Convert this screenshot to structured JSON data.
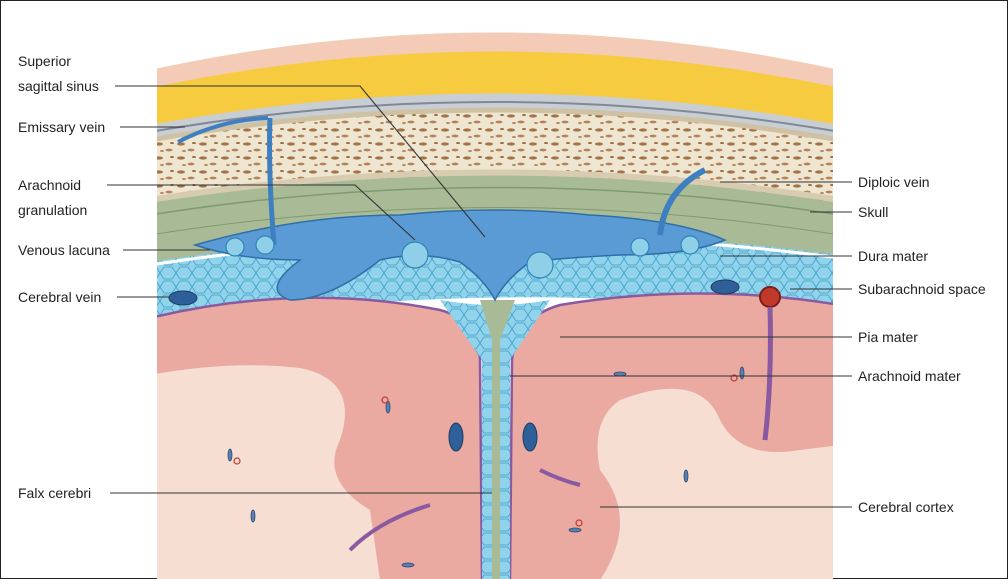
{
  "labels": {
    "superior_sagittal_sinus_line1": "Superior",
    "superior_sagittal_sinus_line2": "sagittal sinus",
    "emissary_vein": "Emissary vein",
    "arachnoid_granulation_line1": "Arachnoid",
    "arachnoid_granulation_line2": "granulation",
    "venous_lacuna": "Venous lacuna",
    "cerebral_vein": "Cerebral vein",
    "falx_cerebri": "Falx cerebri",
    "diploic_vein": "Diploic vein",
    "skull": "Skull",
    "dura_mater": "Dura mater",
    "subarachnoid_space": "Subarachnoid space",
    "pia_mater": "Pia mater",
    "arachnoid_mater": "Arachnoid mater",
    "cerebral_cortex": "Cerebral cortex"
  },
  "colors": {
    "scalp_skin": "#f3c9b3",
    "scalp_fat": "#f5c93d",
    "bone": "#ece3cf",
    "bone_spots": "#a9784c",
    "dura": "#a8b894",
    "sinus": "#5b9bd5",
    "subarachnoid": "#8fd0e8",
    "cortex": "#e9a7a0",
    "white_matter": "#f7ddd2",
    "pia": "#8a5aa0"
  }
}
